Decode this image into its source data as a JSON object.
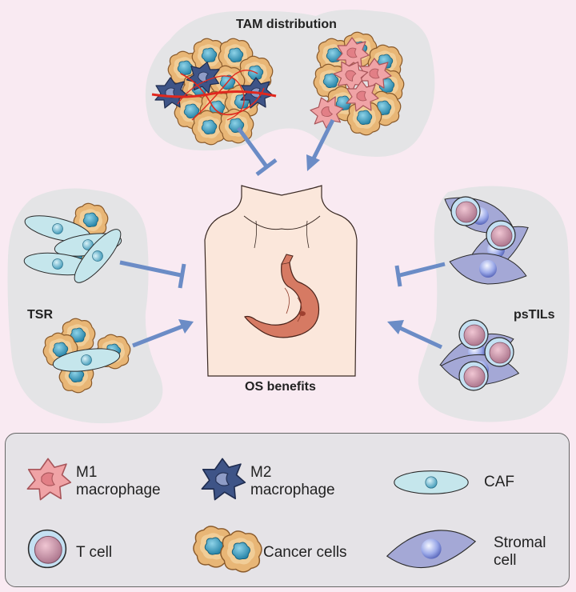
{
  "panels": {
    "tam": {
      "title": "TAM distribution"
    },
    "tsr": {
      "title": "TSR"
    },
    "pstils": {
      "title": "psTILs"
    }
  },
  "center": {
    "label": "OS benefits"
  },
  "legend": {
    "m1": {
      "line1": "M1",
      "line2": "macrophage"
    },
    "m2": {
      "line1": "M2",
      "line2": "macrophage"
    },
    "caf": {
      "line1": "CAF"
    },
    "tcell": {
      "line1": "T cell"
    },
    "cancer": {
      "line1": "Cancer cells"
    },
    "stromal": {
      "line1": "Stromal",
      "line2": "cell"
    }
  },
  "colors": {
    "background": "#f9eaf2",
    "panel": "#e4e4e6",
    "arrow": "#6b8cc6",
    "cancer_cell": "#e8b676",
    "cancer_nucleus": "#2a8fb3",
    "m1": "#f0a3a6",
    "m2": "#3e5487",
    "caf": "#c5e6ec",
    "tcell": "#c690a6",
    "stromal": "#a4a8d6",
    "stroma_fiber": "#e0281e",
    "skin": "#fbe7db",
    "stomach": "#d67a63"
  },
  "icons": [
    "cancer-cell-icon",
    "m1-macrophage-icon",
    "m2-macrophage-icon",
    "caf-icon",
    "t-cell-icon",
    "stromal-cell-icon",
    "stomach-icon",
    "torso-icon",
    "inhibit-arrow-icon",
    "promote-arrow-icon"
  ]
}
